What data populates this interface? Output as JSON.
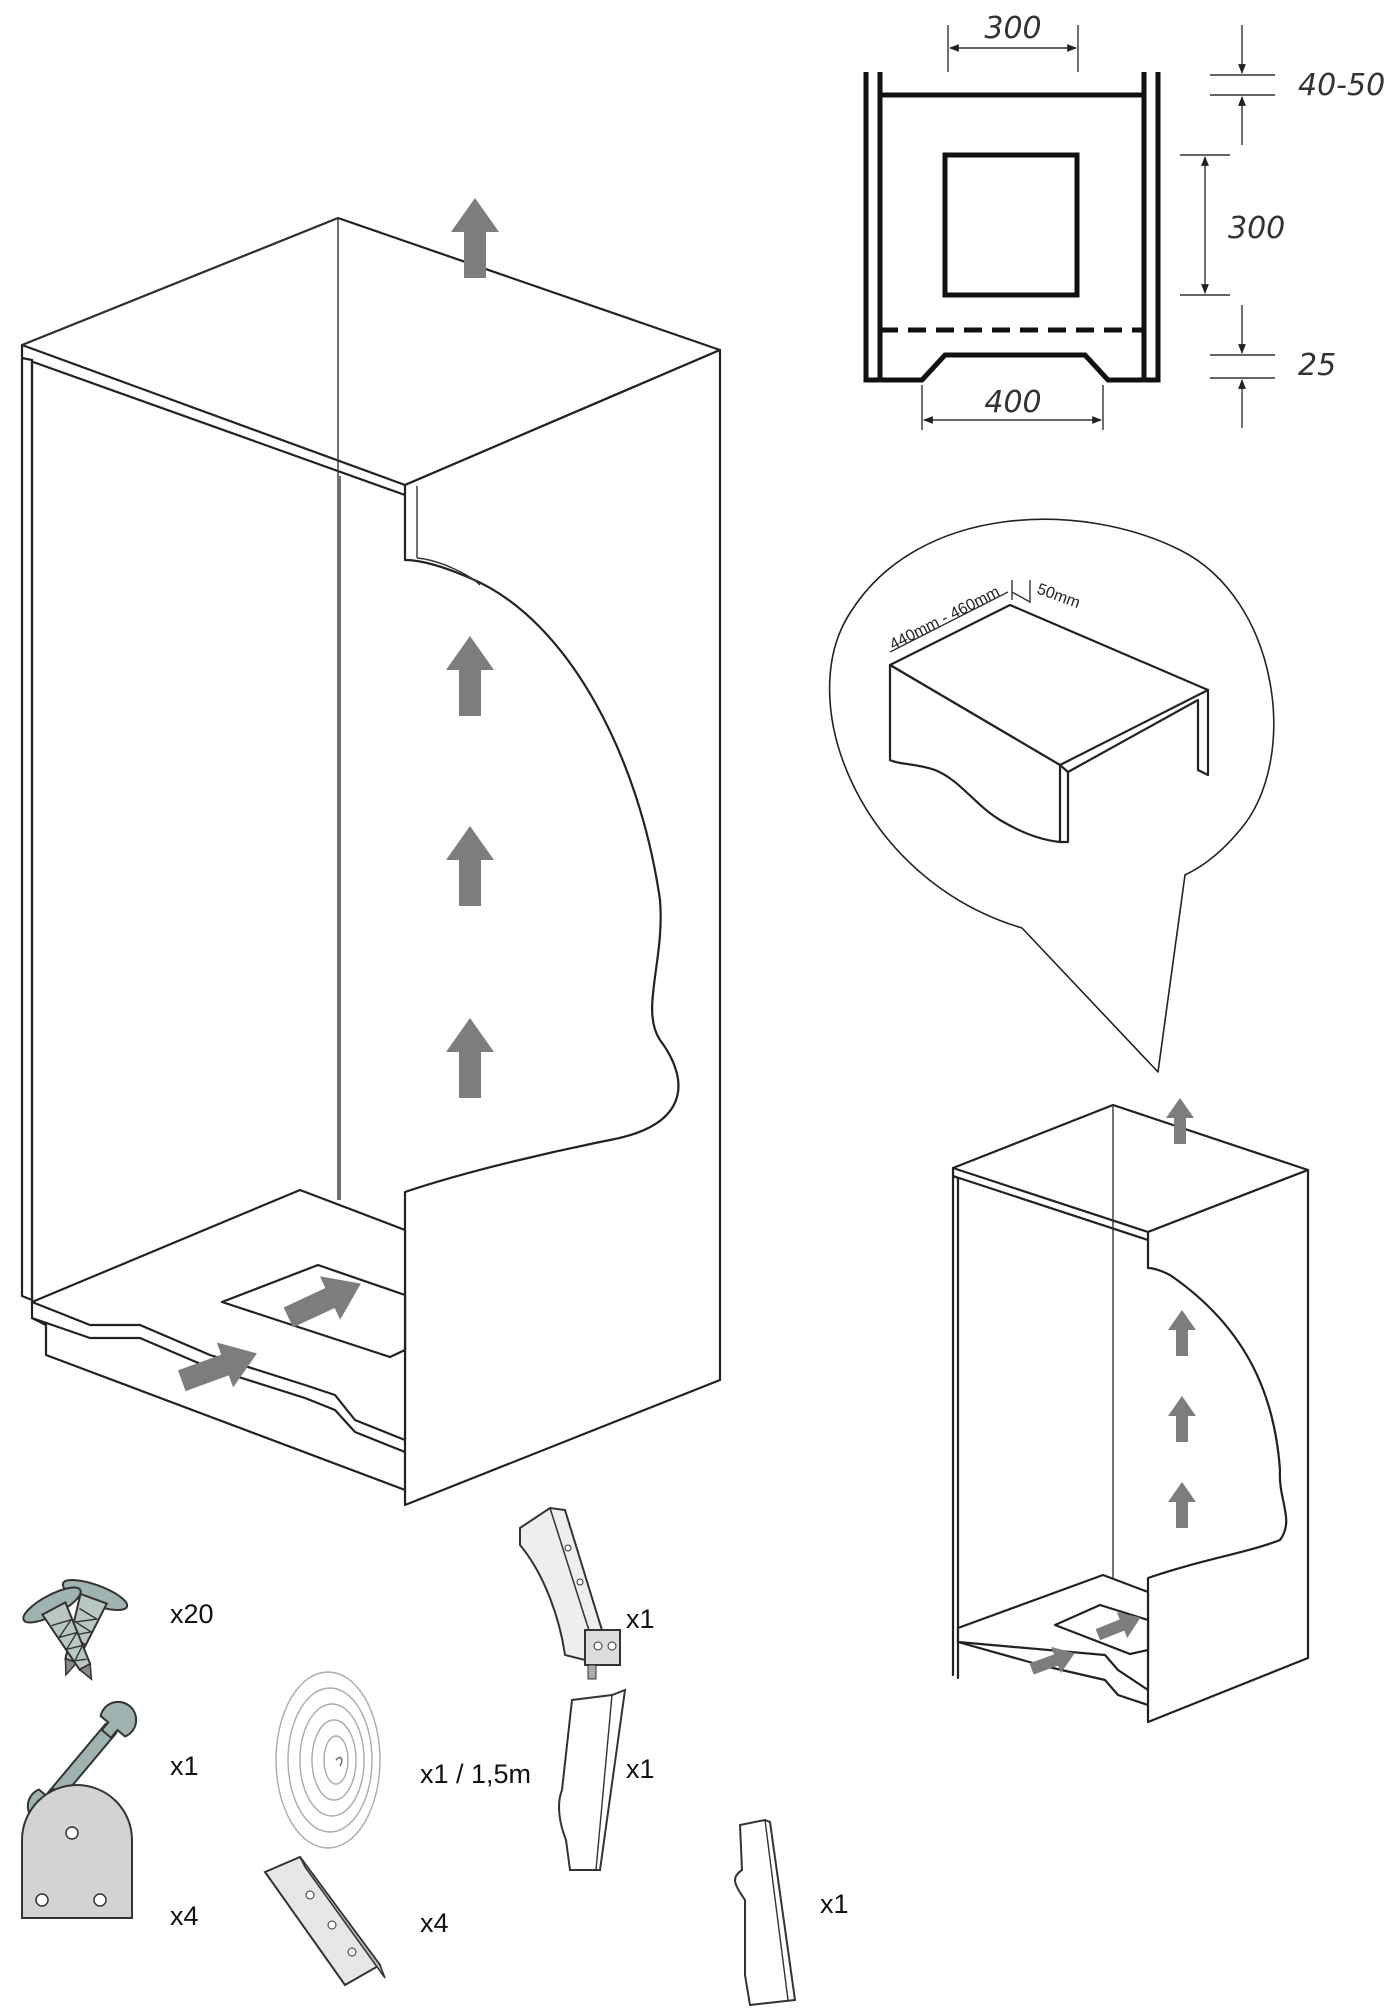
{
  "opening_diagram": {
    "dim_top_width": "300",
    "dim_top_gap": "40-50",
    "dim_window_height": "300",
    "dim_bottom_gap": "25",
    "dim_bottom_width": "400"
  },
  "detail_view": {
    "dim_depth": "440mm - 460mm",
    "dim_lip": "50mm"
  },
  "parts": [
    {
      "name": "screws",
      "qty": "x20"
    },
    {
      "name": "wrench",
      "qty": "x1"
    },
    {
      "name": "mounting-plate",
      "qty": "x4"
    },
    {
      "name": "sealing-rope-coil",
      "qty": "x1 / 1,5m"
    },
    {
      "name": "angle-bracket",
      "qty": "x4"
    },
    {
      "name": "baffle-bracket",
      "qty": "x1"
    },
    {
      "name": "flat-baffle-plate",
      "qty": "x1"
    },
    {
      "name": "narrow-baffle-plate",
      "qty": "x1"
    }
  ],
  "colors": {
    "line": "#222222",
    "arrow_fill": "#7d7d7d",
    "background": "#ffffff"
  }
}
